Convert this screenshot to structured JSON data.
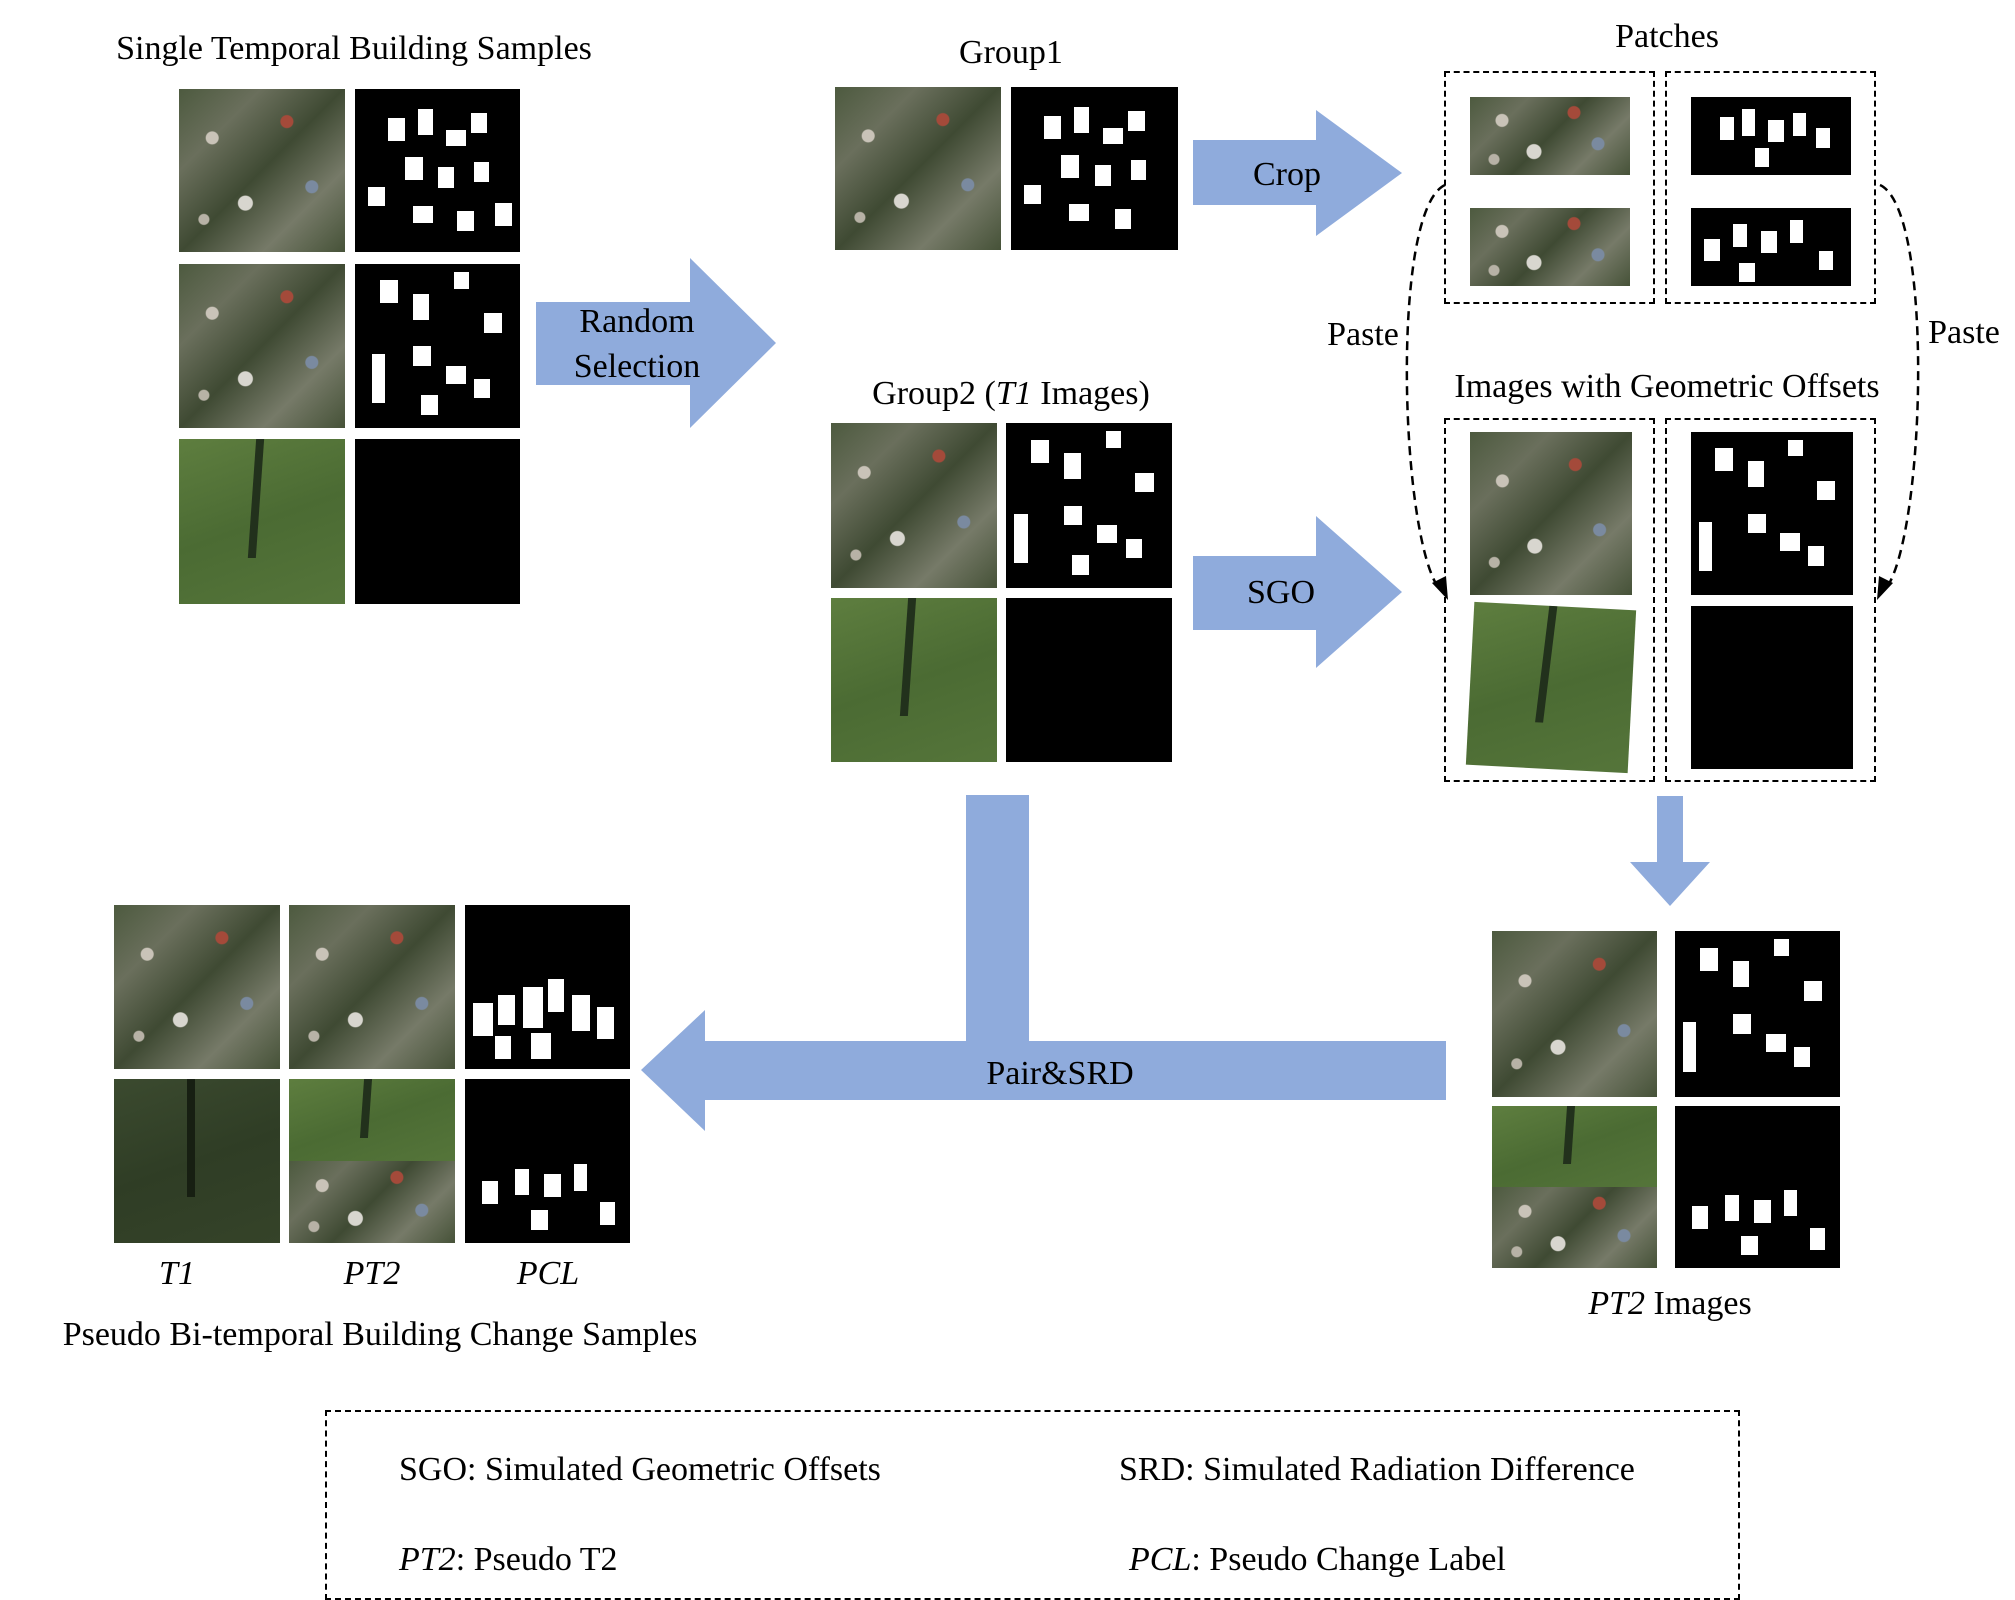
{
  "titles": {
    "single_temporal": "Single Temporal Building Samples",
    "group1": "Group1",
    "group2_prefix": "Group2 (",
    "group2_italic": "T1",
    "group2_suffix": " Images)",
    "patches": "Patches",
    "geometric_offsets": "Images with Geometric Offsets",
    "pt2_italic": "PT2",
    "pt2_suffix": " Images",
    "pseudo_samples": "Pseudo Bi-temporal Building Change Samples"
  },
  "arrows": {
    "random_selection_line1": "Random",
    "random_selection_line2": "Selection",
    "crop": "Crop",
    "sgo": "SGO",
    "paste_left": "Paste",
    "paste_right": "Paste",
    "pair_srd": "Pair&SRD"
  },
  "column_labels": {
    "t1": "T1",
    "pt2": "PT2",
    "pcl": "PCL"
  },
  "legend": {
    "sgo": "SGO: Simulated Geometric Offsets",
    "srd": "SRD: Simulated Radiation Difference",
    "pt2_abbr": "PT2",
    "pt2_def": ": Pseudo T2",
    "pcl_abbr": "PCL",
    "pcl_def": ": Pseudo Change Label"
  },
  "colors": {
    "arrow": "#8fabdc",
    "mask_bg": "#000000",
    "building": "#ffffff"
  }
}
